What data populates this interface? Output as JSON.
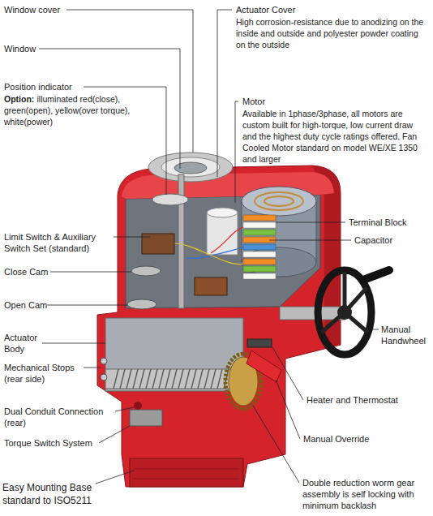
{
  "diagram": {
    "labels": [
      "Window cover",
      "Window",
      "Position indicator",
      "Option:",
      "illuminated red(close), green(open), yellow(over torque), white(power)",
      "Actuator Cover",
      "High corrosion-resistance due to anodizing on the inside and outside and polyester powder coating on the outside",
      "Motor",
      "Available in 1phase/3phase, all motors are custom built for high-torque, low current draw and the highest duty cycle ratings offered. Fan Cooled Motor standard on model WE/XE 1350 and larger",
      "Terminal Block",
      "Capacitor",
      "Limit Switch & Auxiliary Switch Set (standard)",
      "Close Cam",
      "Open Cam",
      "Actuator Body",
      "Mechanical Stops",
      "(rear side)",
      "Manual Handwheel",
      "Heater and Thermostat",
      "Dual Conduit Connection",
      "(rear)",
      "Manual Override",
      "Torque Switch System",
      "Easy Mounting Base standard to ISO5211",
      "Double reduction worm gear assembly is self locking with minimum backlash"
    ]
  }
}
